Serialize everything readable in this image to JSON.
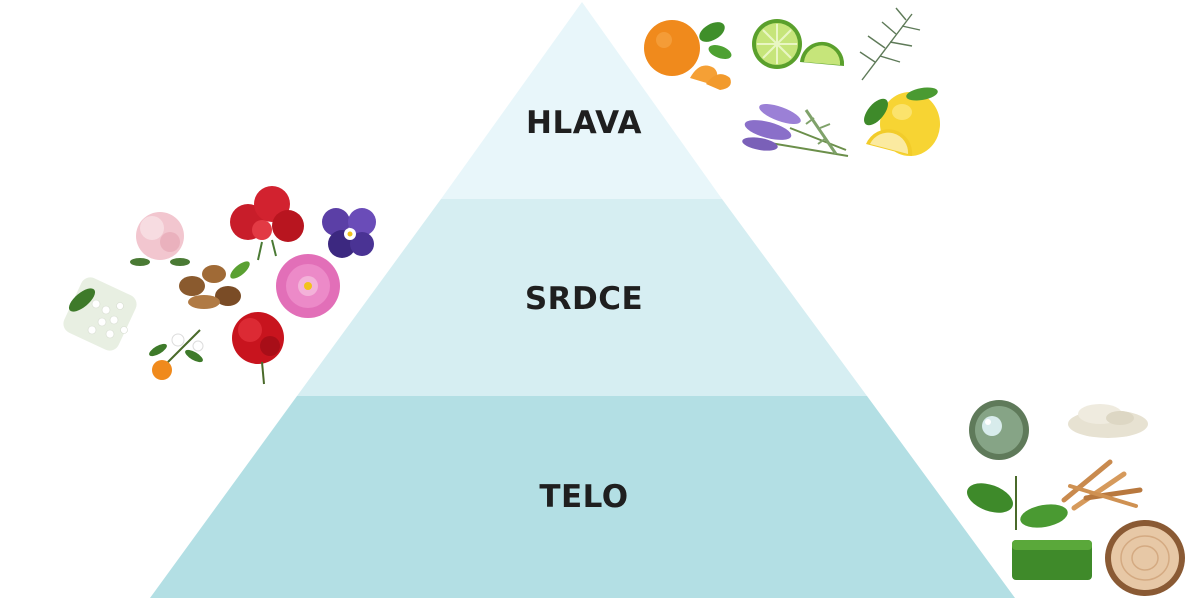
{
  "pyramid": {
    "tiers": [
      {
        "label": "HLAVA",
        "color": "#e8f6fa"
      },
      {
        "label": "SRDCE",
        "color": "#d6eef2"
      },
      {
        "label": "TELO",
        "color": "#b3dfe4"
      }
    ]
  },
  "illustrations": {
    "top_notes": [
      "mandarin-icon",
      "lime-icon",
      "pine-icon",
      "lavender-icon",
      "lemon-icon"
    ],
    "heart_notes": [
      "peony-icon",
      "geranium-icon",
      "pansy-icon",
      "nutmeg-icon",
      "dahlia-icon",
      "lily-of-valley-icon",
      "orange-blossom-icon",
      "carnation-icon"
    ],
    "base_notes": [
      "water-drop-icon",
      "musk-powder-icon",
      "sandalwood-icon",
      "green-leaf-icon",
      "moss-icon",
      "wood-slice-icon"
    ]
  }
}
